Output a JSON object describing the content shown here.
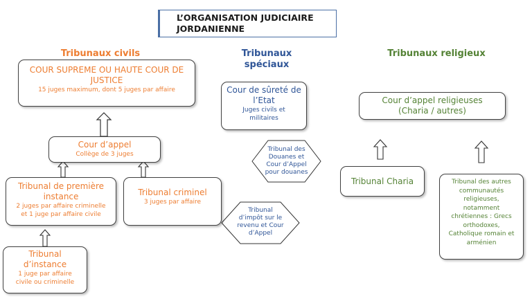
{
  "title": {
    "line1": "L’ORGANISATION JUDICIAIRE",
    "line2": "JORDANIENNE"
  },
  "columns": {
    "civil": {
      "heading": "Tribunaux civils",
      "color": "#ed7d31"
    },
    "special": {
      "heading_line1": "Tribunaux",
      "heading_line2": "spéciaux",
      "color": "#2f5597"
    },
    "religious": {
      "heading": "Tribunaux religieux",
      "color": "#548235"
    }
  },
  "nodes": {
    "cour_supreme": {
      "title_line1": "COUR SUPREME OU HAUTE COUR DE",
      "title_line2": "JUSTICE",
      "detail": "15 juges maximum, dont 5 juges par affaire"
    },
    "cour_appel": {
      "title": "Cour d’appel",
      "detail": "Collège de 3 juges"
    },
    "tribunal_premiere_instance": {
      "title_line1": "Tribunal de première",
      "title_line2": "instance",
      "detail_line1": "2 juges par affaire criminelle",
      "detail_line2": "et 1 juge par affaire civile"
    },
    "tribunal_criminel": {
      "title": "Tribunal criminel",
      "detail": "3 juges par affaire"
    },
    "tribunal_instance": {
      "title_line1": "Tribunal",
      "title_line2": "d’instance",
      "detail_line1": "1 juge par affaire",
      "detail_line2": "civile ou criminelle"
    },
    "cour_surete": {
      "title_line1": "Cour de sûreté de",
      "title_line2": "l’Etat",
      "detail_line1": "Juges civils et",
      "detail_line2": "militaires"
    },
    "tribunal_douanes": {
      "line1": "Tribunal des",
      "line2": "Douanes et",
      "line3": "Cour d’Appel",
      "line4": "pour douanes"
    },
    "tribunal_impot": {
      "line1": "Tribunal",
      "line2": "d’impôt sur le",
      "line3": "revenu et Cour",
      "line4": "d’Appel"
    },
    "cour_appel_religieuse": {
      "title_line1": "Cour d’appel religieuses",
      "title_line2": "(Charia / autres)"
    },
    "tribunal_charia": {
      "title": "Tribunal Charia"
    },
    "tribunal_autres": {
      "line1": "Tribunal des autres",
      "line2": "communautés",
      "line3": "religieuses,",
      "line4": "notamment",
      "line5": "chrétiennes : Grecs",
      "line6": "orthodoxes,",
      "line7": "Catholique romain et",
      "line8": "arménien"
    }
  }
}
